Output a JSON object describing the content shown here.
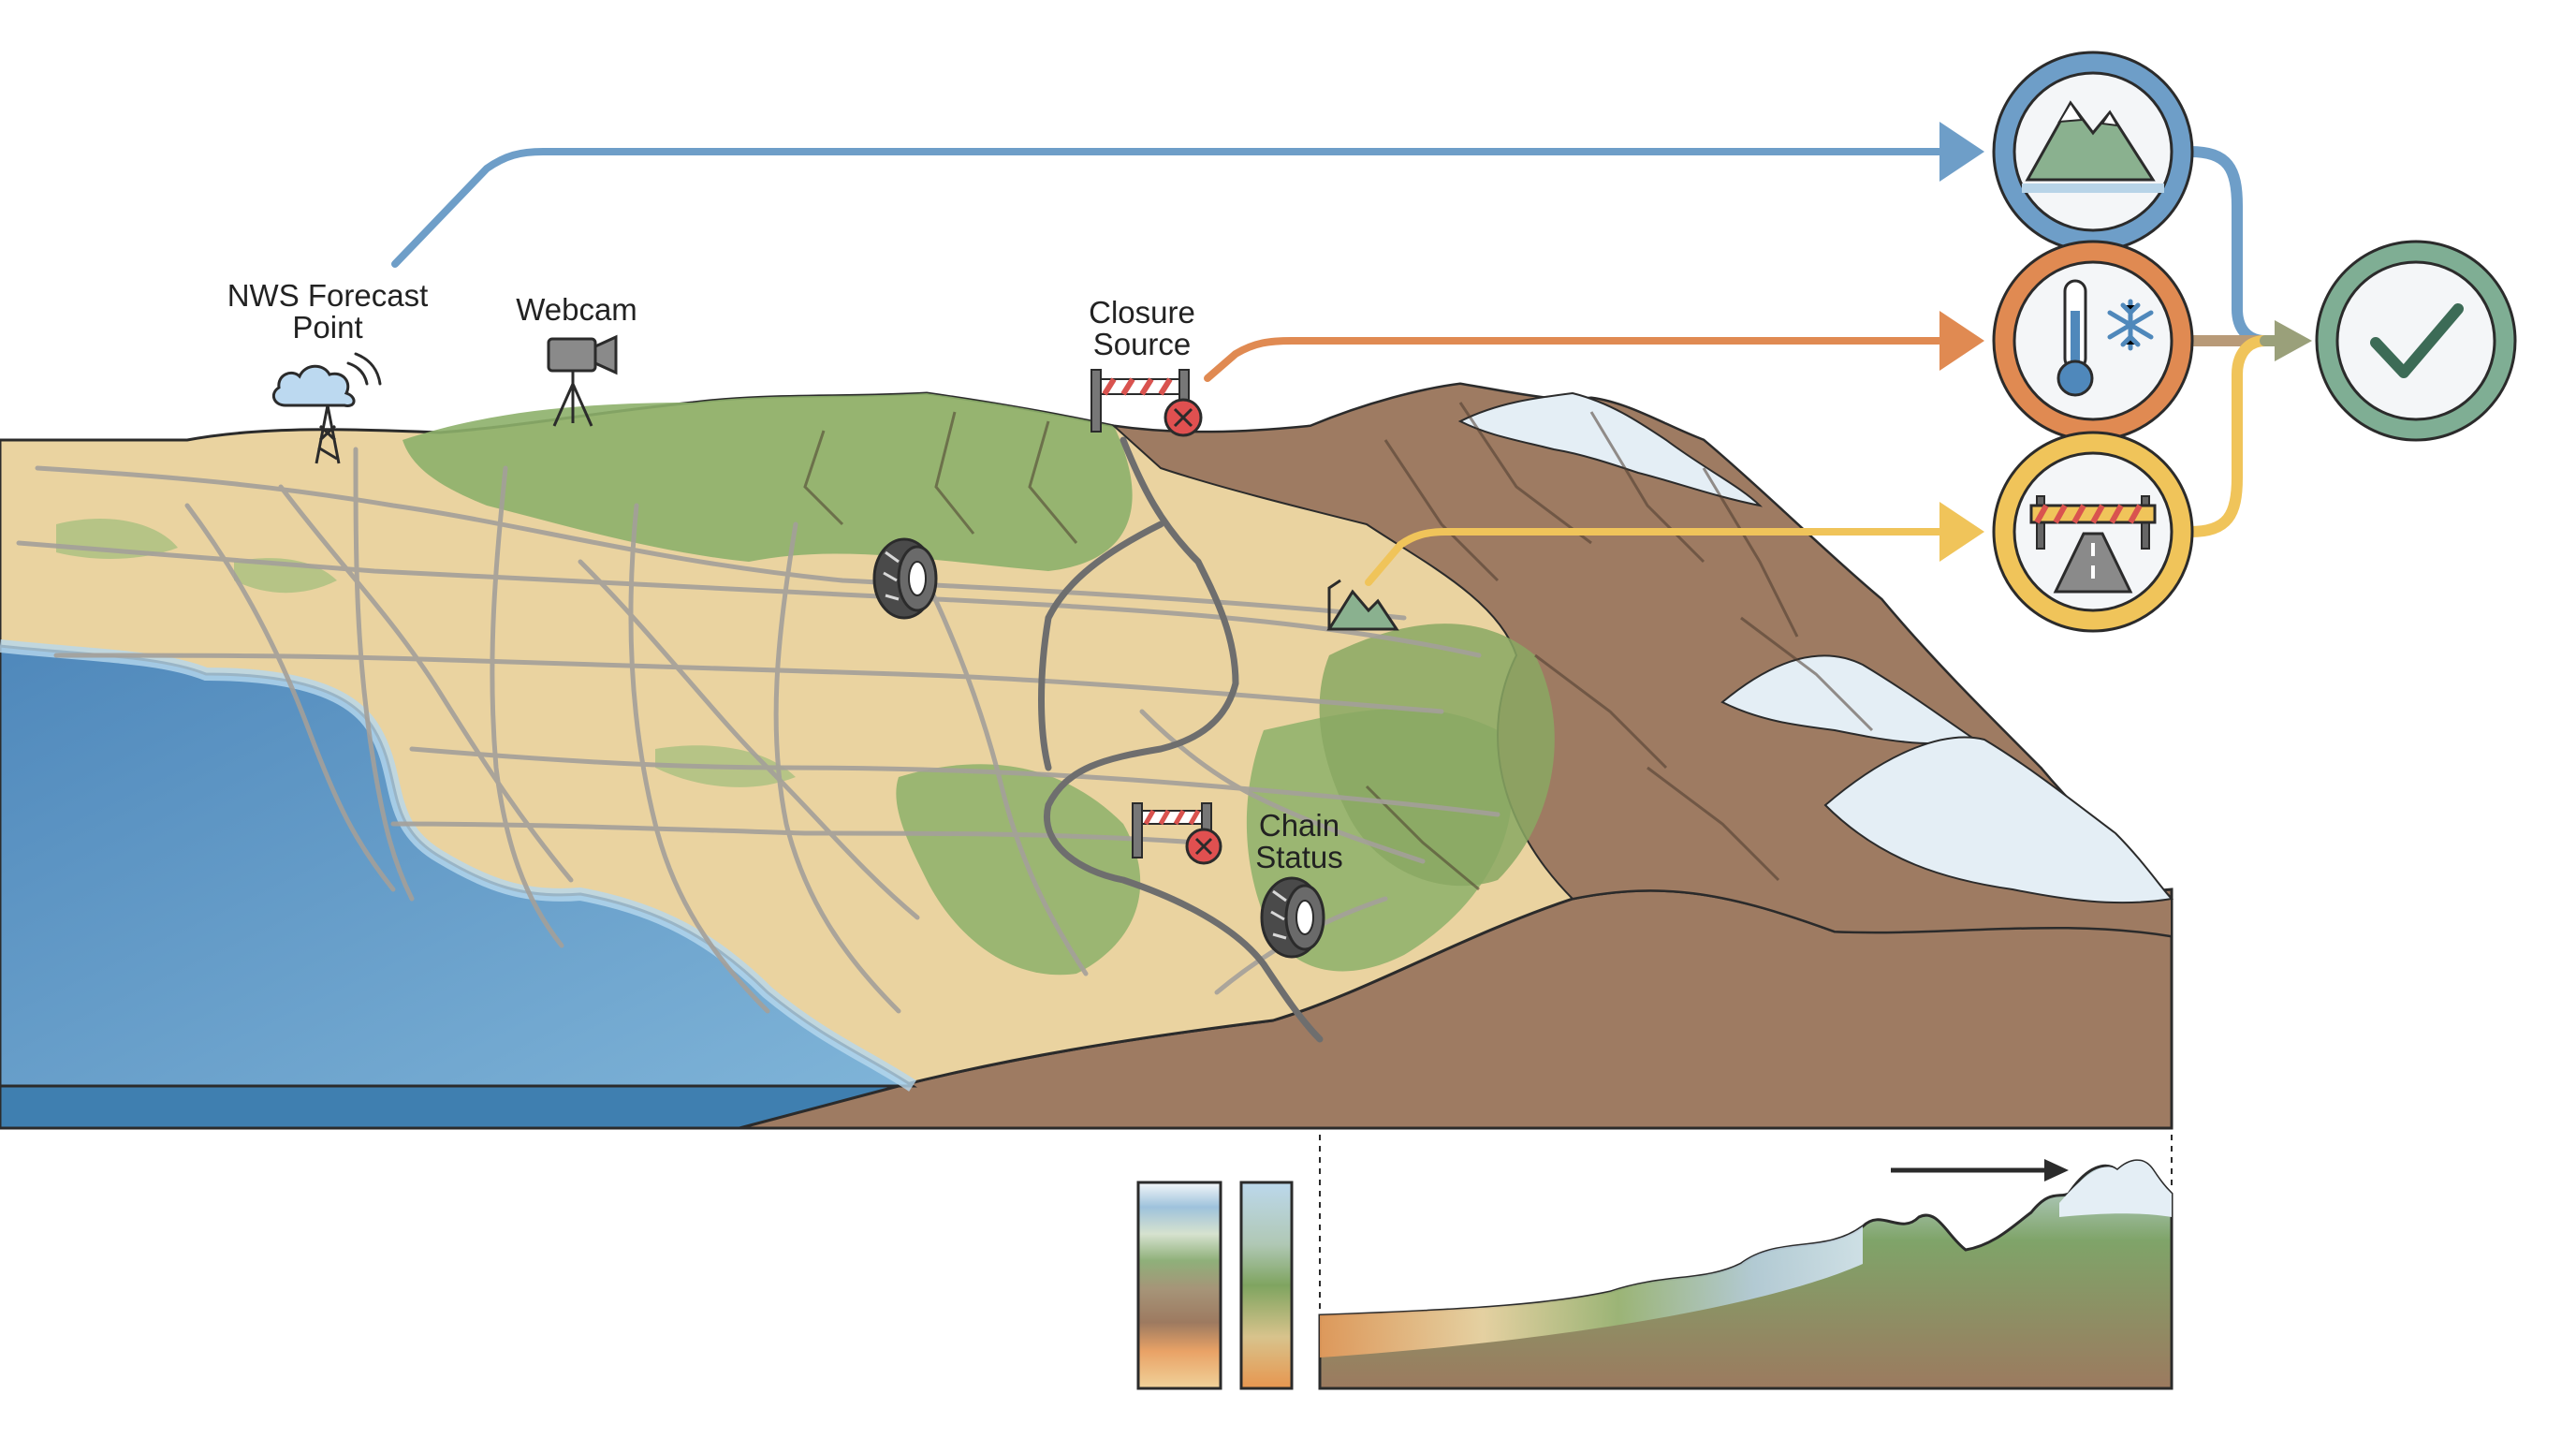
{
  "labels": {
    "nws_line1": "NWS Forecast",
    "nws_line2": "Point",
    "webcam": "Webcam",
    "closure_line1": "Closure",
    "closure_line2": "Source",
    "chain_line1": "Chain",
    "chain_line2": "Status"
  },
  "icons": {
    "nws_point": "cloud-antenna-tower-icon",
    "webcam": "webcam-tripod-icon",
    "closure_source": "road-barrier-closed-icon",
    "chain_status": "tire-chain-icon",
    "terrain_marker": "mountain-marker-icon",
    "out_terrain": "mountain-terrain-icon",
    "out_weather": "thermometer-snowflake-icon",
    "out_road": "road-barrier-icon",
    "result": "checkmark-icon"
  },
  "colors": {
    "ocean": "#5f9bc8",
    "flat_land": "#ead3a0",
    "vegetation": "#8db06a",
    "mountain_brown": "#9e7b62",
    "snow": "#e4eef5",
    "blue_flow": "#6e9ec8",
    "orange_flow": "#e08a52",
    "yellow_flow": "#f0c45a",
    "green_result": "#7fae94"
  }
}
